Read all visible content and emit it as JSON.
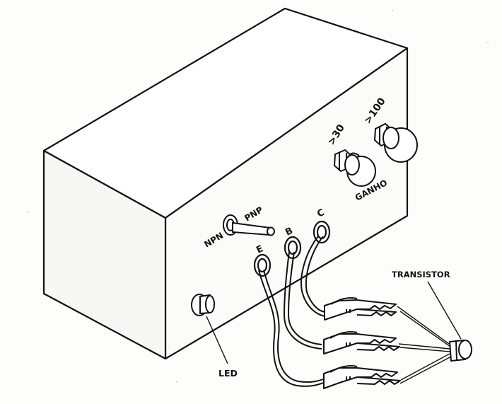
{
  "diagram": {
    "labels": {
      "npn": "NPN",
      "pnp": "PNP",
      "emitter": "E",
      "base": "B",
      "collector": "C",
      "gain_low": ">30",
      "gain_high": ">100",
      "gain": "GANHO",
      "transistor": "TRANSISTOR",
      "led": "LED"
    },
    "colors": {
      "ink": "#111111",
      "paper": "#fdfdfc",
      "top_face": "#ffffff",
      "front_face": "#fbfbfa",
      "side_face": "#f7f7f5"
    }
  }
}
